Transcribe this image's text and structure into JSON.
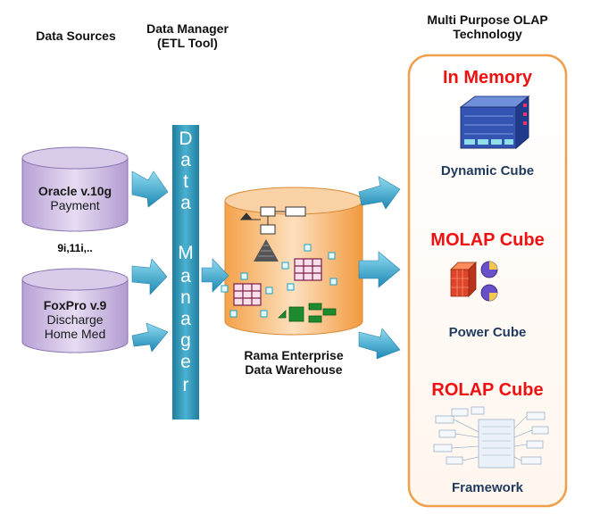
{
  "headers": {
    "sources": "Data Sources",
    "manager_line1": "Data Manager",
    "manager_line2": "(ETL Tool)",
    "olap_line1": "Multi Purpose OLAP",
    "olap_line2": "Technology"
  },
  "sources": [
    {
      "name": "Oracle v.10g",
      "lines": [
        "Payment"
      ],
      "note": "9i,11i,.."
    },
    {
      "name": "FoxPro v.9",
      "lines": [
        "Discharge",
        "Home Med"
      ]
    }
  ],
  "etl_bar_letters": [
    "D",
    "a",
    "t",
    "a",
    "M",
    "a",
    "n",
    "a",
    "g",
    "e",
    "r"
  ],
  "warehouse": {
    "line1": "Rama Enterprise",
    "line2": "Data Warehouse"
  },
  "olap": [
    {
      "title": "In Memory",
      "caption": "Dynamic Cube"
    },
    {
      "title": "MOLAP Cube",
      "caption": "Power Cube"
    },
    {
      "title": "ROLAP Cube",
      "caption": "Framework"
    }
  ],
  "colors": {
    "accent_red": "#ee1111",
    "arrow": "#3aa2c8",
    "bar": "#2b8fb0",
    "orange": "#f0a04b",
    "cylinder_purple": "#c9b6e2"
  }
}
